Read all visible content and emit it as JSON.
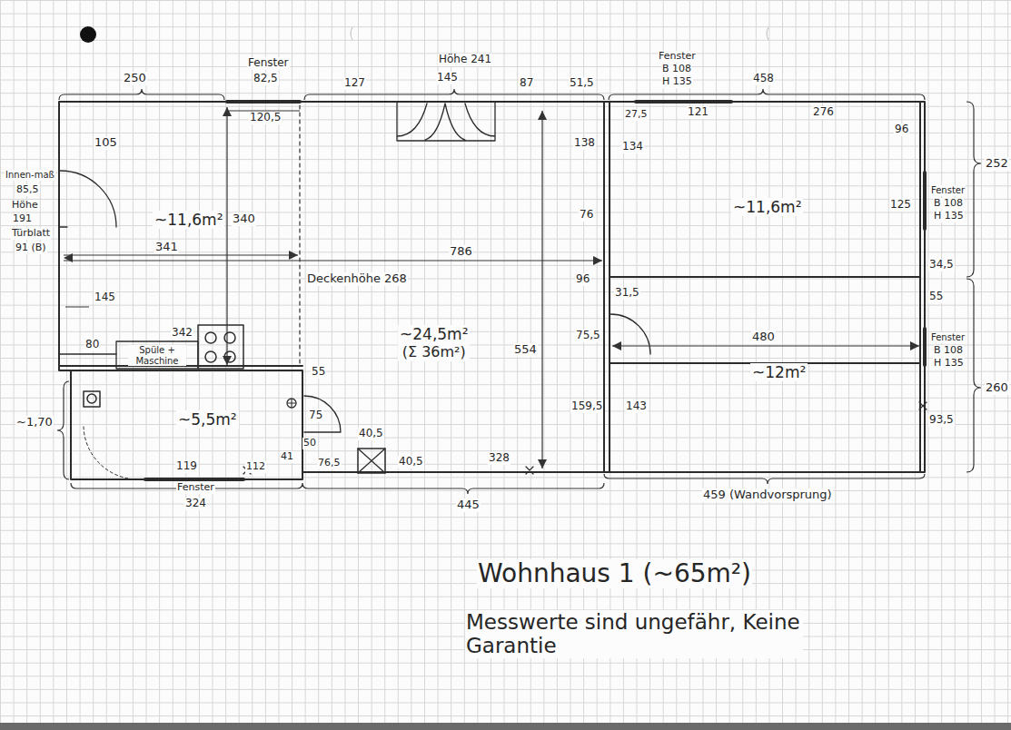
{
  "diagram": {
    "title": "Wohnhaus 1 (~65m²)",
    "caption": "Messwerte sind ungefähr, Keine Garantie",
    "nodes": [
      {
        "text": [
          "~11,6m²"
        ]
      },
      {
        "text": [
          "~11,6m²"
        ]
      },
      {
        "text": [
          "~24,5m²",
          "(Σ 36m²)"
        ]
      },
      {
        "text": [
          "~12m²"
        ]
      },
      {
        "text": [
          "~5,5m²"
        ]
      }
    ],
    "labels": [
      "250",
      "Fenster",
      "82,5",
      "127",
      "Höhe 241",
      "145",
      "87",
      "51,5",
      "Fenster",
      "B 108",
      "H 135",
      "458",
      "120,5",
      "27,5",
      "121",
      "276",
      "96",
      "105",
      "340",
      "Innen-maß",
      "85,5",
      "Höhe",
      "191",
      "Türblatt",
      "91 (B)",
      "341",
      "786",
      "Deckenhöhe 268",
      "145",
      "80",
      "342",
      "Spüle + Maschine",
      "138",
      "134",
      "125",
      "Fenster",
      "B 108",
      "H 135",
      "252",
      "34,5",
      "76",
      "96",
      "31,5",
      "55",
      "480",
      "Fenster",
      "B 108",
      "H 135",
      "260",
      "75,5",
      "554",
      "55",
      "159,5",
      "143",
      "93,5",
      "75",
      "~1,70",
      "41",
      "50",
      "76,5",
      "40,5",
      "40,5",
      "328",
      "119",
      "112",
      "Fenster",
      "324",
      "445",
      "459 (Wandvorsprung)"
    ]
  }
}
